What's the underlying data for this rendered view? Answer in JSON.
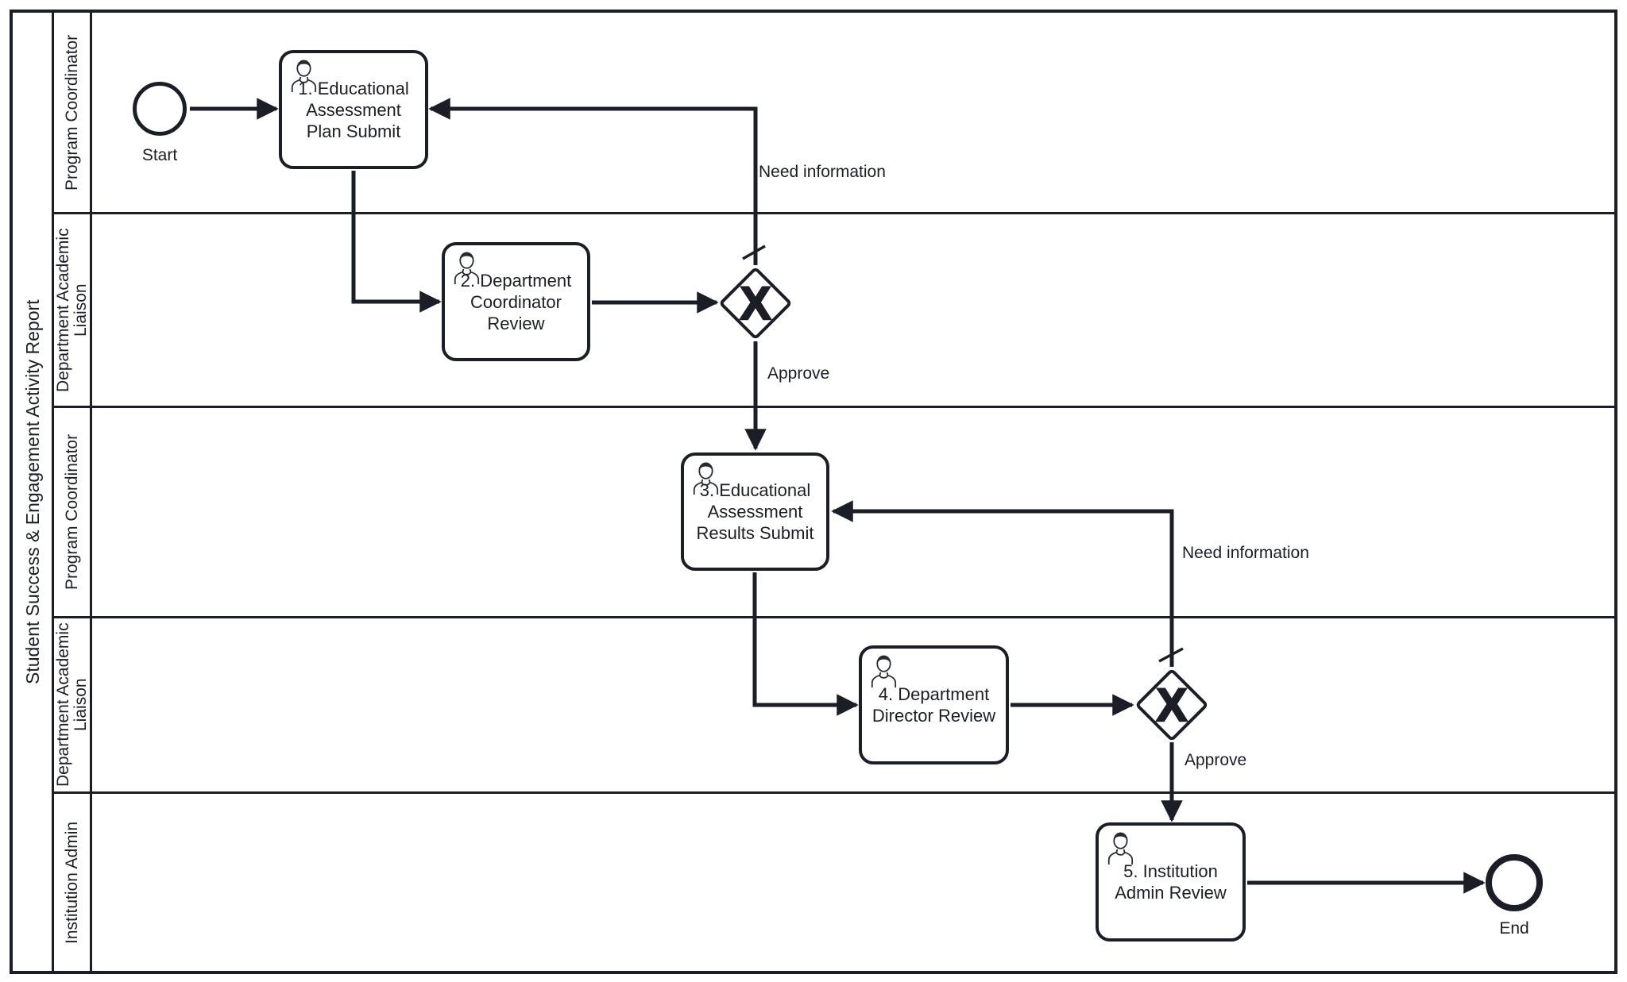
{
  "pool": {
    "title": "Student Success & Engagement Activity Report"
  },
  "lanes": [
    {
      "label": "Program Coordinator"
    },
    {
      "label": "Department Academic Liaison"
    },
    {
      "label": "Program Coordinator"
    },
    {
      "label": "Department Academic Liaison"
    },
    {
      "label": "Institution Admin"
    }
  ],
  "nodes": {
    "start": {
      "label": "Start"
    },
    "task1": {
      "label": "1. Educational Assessment Plan Submit"
    },
    "task2": {
      "label": "2. Department Coordinator Review"
    },
    "task3": {
      "label": "3. Educational Assessment Results Submit"
    },
    "task4": {
      "label": "4. Department Director Review"
    },
    "task5": {
      "label": "5. Institution Admin Review"
    },
    "gateway1": {
      "marker": "X"
    },
    "gateway2": {
      "marker": "X"
    },
    "end": {
      "label": "End"
    }
  },
  "flows": {
    "need_info_1": {
      "label": "Need information"
    },
    "approve_1": {
      "label": "Approve"
    },
    "need_info_2": {
      "label": "Need information"
    },
    "approve_2": {
      "label": "Approve"
    }
  },
  "colors": {
    "ink": "#1b1e27",
    "background": "#ffffff"
  }
}
